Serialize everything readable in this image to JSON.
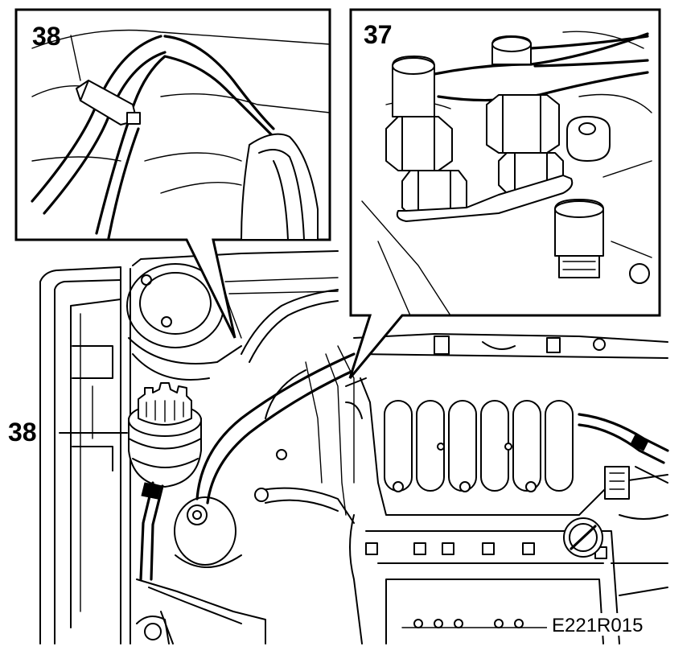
{
  "labels": {
    "inset_left_callout": "38",
    "inset_right_callout": "37",
    "main_callout": "38",
    "figure_reference": "E221R015"
  }
}
